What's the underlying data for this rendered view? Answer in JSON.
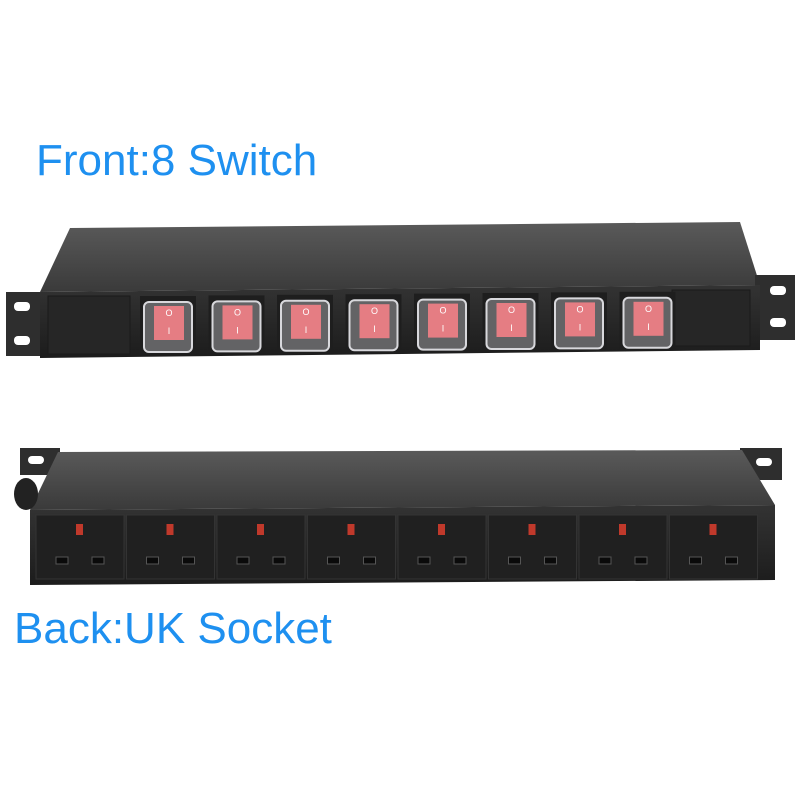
{
  "labels": {
    "front": "Front:8 Switch",
    "back": "Back:UK Socket"
  },
  "front_unit": {
    "switch_count": 8,
    "switch_symbols": [
      "O",
      "I"
    ]
  },
  "back_unit": {
    "socket_count": 8
  },
  "colors": {
    "label": "#1e90f0",
    "body": "#2a2a2a",
    "switch": "#e5464c"
  }
}
